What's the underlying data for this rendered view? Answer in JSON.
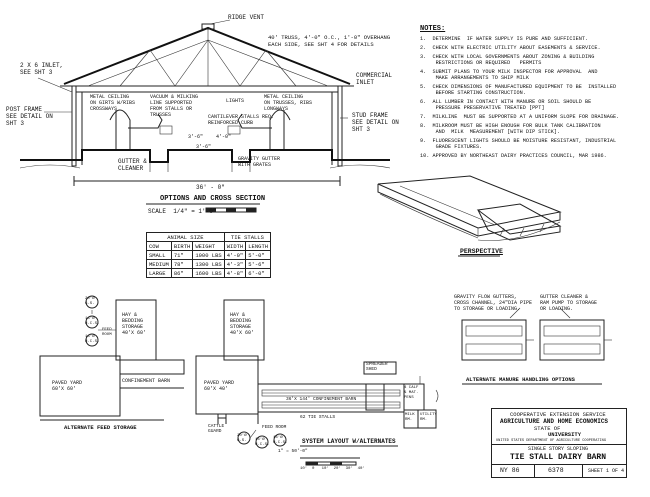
{
  "labels": {
    "ridge_vent": "RIDGE VENT",
    "truss": "40' TRUSS, 4'-0\" O.C., 1'-0\" OVERHANG\nEACH SIDE, SEE SHT 4 FOR DETAILS",
    "inlet": "2 X 6 INLET,\nSEE SHT 3",
    "commercial_inlet": "COMMERCIAL\nINLET",
    "metal_ceiling_left": "METAL CEILING\nON GIRTS W/RIBS\nCROSSWAYS",
    "vacuum_line": "VACUUM & MILKING\nLINE SUPPORTED\nFROM STALLS OR\nTRUSSES",
    "lights": "LIGHTS",
    "metal_ceiling_right": "METAL CEILING\nON TRUSSES, RIBS\nLONGWAYS",
    "post_frame": "POST FRAME\nSEE DETAIL ON\nSHT 3",
    "stud_frame": "STUD FRAME\nSEE DETAIL ON\nSHT 3",
    "cantilever": "CANTILEVER STALLS REQ.\nREINFORCED CURB",
    "dim_3_6a": "3'-6\"",
    "dim_3_6b": "3'-6\"",
    "dim_4_0": "4'-0\"",
    "gutter_cleaner": "GUTTER &\nCLEANER",
    "gravity_gutter": "GRAVITY GUTTER\nWITH GRATES",
    "width_dim": "36' - 0\"",
    "options_title": "OPTIONS AND CROSS SECTION",
    "scale_label": "SCALE  1/4\" = 1'-0\"",
    "perspective": "PERSPECTIVE",
    "gravity_flow": "GRAVITY FLOW GUTTERS,\nCROSS CHANNEL, 24\"DIA PIPE\nTO STORAGE OR LOADING.",
    "gutter_ram": "GUTTER CLEANER &\nRAM PUMP TO STORAGE\nOR LOADING.",
    "manure_title": "ALTERNATE MANURE HANDLING OPTIONS",
    "gs1": "20'Ø\nG.S.",
    "hcs1": "14'Ø\nH.C.S.",
    "hcs2": "14'Ø\nH.C.S.",
    "hay_storage_a": "HAY &\nBEDDING\nSTORAGE\n40'X 60'",
    "feed_room_a": "FEED\nROOM",
    "paved_yard_a": "PAVED YARD\n60'X 60'",
    "confinement_a": "CONFINEMENT BARN",
    "alt_feed": "ALTERNATE FEED STORAGE",
    "hay_storage_b": "HAY &\nBEDDING\nSTORAGE\n40'X 60'",
    "paved_yard_b": "PAVED YARD\n60'X 40'",
    "confinement_b": "36'X 144' CONFINEMENT BARN",
    "tie_stalls": "62 TIE STALLS",
    "spreader": "SPREADER\nSHED",
    "calf_pens": "4 CALF\n& MAT.\nPENS",
    "milk_rm": "MILK\nRM.",
    "utility_rm": "UTILITY\nRM.",
    "cattle_guard": "CATTLE\nGUARD",
    "feed_room_b": "FEED ROOM",
    "gs2": "20'Ø\nG.S.",
    "hcs3": "14'Ø\nH.C.S.",
    "hcs4": "14'Ø\nH.C.S.",
    "system_layout": "SYSTEM LAYOUT W/ALTERNATES",
    "layout_scale": "1\" = 50'-0\"",
    "layout_scale_ticks": "10'  0   10'  20'  30'  40'"
  },
  "notes": {
    "title": "NOTES:",
    "items": [
      "1.  DETERMINE  IF WATER SUPPLY IS PURE AND SUFFICIENT.",
      "2.  CHECK WITH ELECTRIC UTILITY ABOUT EASEMENTS & SERVICE.",
      "3.  CHECK WITH LOCAL GOVERNMENTS ABOUT ZONING & BUILDING\n     RESTRICTIONS OR REQUIRED   PERMITS",
      "4.  SUBMIT PLANS TO YOUR MILK INSPECTOR FOR APPROVAL  AND\n     MAKE ARRANGEMENTS TO SHIP MILK",
      "5.  CHECK DIMENSIONS OF MANUFACTURED EQUIPMENT TO BE  INSTALLED\n     BEFORE STARTING CONSTRUCTION.",
      "6.  ALL LUMBER IN CONTACT WITH MANURE OR SOIL SHOULD BE\n     PRESSURE PRESERVATIVE TREATED [PPT]",
      "7.  MILKLINE  MUST BE SUPPORTED AT A UNIFORM SLOPE FOR DRAINAGE.",
      "8.  MILKROOM MUST BE HIGH ENOUGH FOR BULK TANK CALIBRATION\n     AND  MILK  MEASUREMENT [WITH DIP STICK].",
      "9.  FLUORESCENT LIGHTS SHOULD BE MOISTURE RESISTANT, INDUSTRIAL\n     GRADE FIXTURES.",
      "10. APPROVED BY NORTHEAST DAIRY PRACTICES COUNCIL, MAR 1986."
    ]
  },
  "animal_table": {
    "head_animal": "ANIMAL SIZE",
    "head_stalls": "TIE STALLS",
    "columns": [
      "COW",
      "BIRTH",
      "WEIGHT",
      "WIDTH",
      "LENGTH"
    ],
    "rows": [
      [
        "SMALL",
        "71\"",
        "1000 LBS",
        "4'-0\"",
        "5'-0\""
      ],
      [
        "MEDIUM",
        "78\"",
        "1300 LBS",
        "4'-3\"",
        "5'-6\""
      ],
      [
        "LARGE",
        "86\"",
        "1600 LBS",
        "4'-8\"",
        "6'-0\""
      ]
    ]
  },
  "title_block": {
    "line1": "COOPERATIVE EXTENSION SERVICE",
    "line2": "AGRICULTURE AND HOME ECONOMICS",
    "line3": "STATE OF",
    "line4": "UNIVERSITY",
    "line5": "UNITED STATES DEPARTMENT OF AGRICULTURE COOPERATING",
    "subtitle": "SINGLE STORY SLOPING",
    "title": "TIE STALL DAIRY BARN",
    "plan_id": "NY 86",
    "plan_no": "6378",
    "sheet": "SHEET 1 OF 4"
  }
}
